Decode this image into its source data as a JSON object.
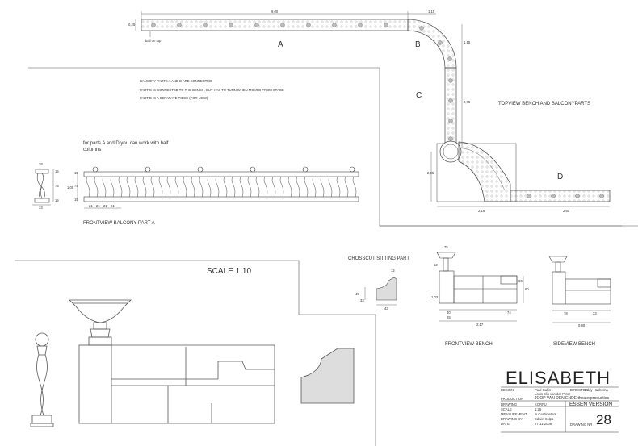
{
  "section_labels": {
    "a": "A",
    "b": "B",
    "c": "C",
    "d": "D"
  },
  "notes": {
    "line1": "BALCONY PARTS A  AND B ARE CONNECTED",
    "line2": "PART C IS CONNECTED TO THE BENCH, BUT HAS TO TURN WHEN MOVED FROM STAGE",
    "line3": "PART D IS A SEPARATE PIECE (FOR NOW)",
    "half_columns_1": "for parts A and D you can work with half",
    "half_columns_2": "columns"
  },
  "captions": {
    "topview": "TOPVIEW BENCH AND BALCONYPARTS",
    "frontview_balcony": "FRONTVIEW BALCONY PART A",
    "crosscut": "CROSSCUT SITTING PART",
    "frontview_bench": "FRONTVIEW BENCH",
    "sideview_bench": "SIDEVIEW BENCH",
    "scale": "SCALE 1:10",
    "ball_on_top": "ball on top"
  },
  "dimensions": {
    "a_length": "9,00",
    "a_width": "0,25",
    "b_top": "1,15",
    "b_side": "1,15",
    "c_length": "2,75",
    "bench_depth": "2,05",
    "bench_width": "2,18",
    "d_length": "2,65",
    "col_w": "28",
    "col_h1": "15",
    "col_h2": "75",
    "col_h3": "15",
    "col_base": "33",
    "balcony_h1": "15",
    "balcony_h2": "75",
    "balcony_total": "1,05",
    "balcony_h3": "15",
    "spacing_1": "21",
    "spacing_2": "21",
    "spacing_3": "21",
    "spacing_4": "21",
    "cc_top": "12",
    "cc_h1": "45",
    "cc_h2": "33",
    "cc_w": "43",
    "fb_w1": "75",
    "fb_h1": "52",
    "fb_h2": "60",
    "fb_h3": "60",
    "fb_total": "1,03",
    "fb_base1": "40",
    "fb_base2": "85",
    "fb_seat": "74",
    "fb_width": "2,17",
    "sv_w1": "78",
    "sv_w2": "23",
    "sv_width": "0,90"
  },
  "title_block": {
    "title": "ELISABETH",
    "design_label": "DESIGN",
    "design_value": "Paul Gallis",
    "director_label": "DIRECTOR",
    "director_value": "Eddy Habbema",
    "designer2": "Louis Elis van der Peter",
    "production_label": "PRODUCTION",
    "production_value": "JOOP VAN DEN ENDE theaterproducties",
    "drawing_label": "DRAWING",
    "drawing_value": "KORFU",
    "version": "ESSEN VERSION",
    "scale_label": "SCALE",
    "scale_value": "1:25",
    "measurement_label": "MEASUREMENT",
    "measurement_value": "in Centimeters",
    "drawn_by_label": "DRAWING BY",
    "drawn_by_value": "Edwin Kolpa",
    "date_label": "DATE",
    "date_value": "27-11-2006",
    "drawing_nr_label": "DRAWING NR",
    "drawing_nr": "28"
  }
}
